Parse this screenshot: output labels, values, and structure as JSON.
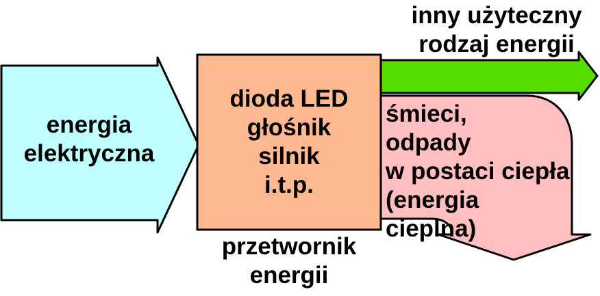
{
  "diagram": {
    "input": {
      "label": "energia\nelektryczna",
      "fill": "#bfffff"
    },
    "converter": {
      "label": "dioda LED\ngłośnik\nsilnik\ni.t.p.",
      "fill": "#ffb990",
      "caption": "przetwornik\nenergii"
    },
    "useful_output": {
      "label": "inny użyteczny\nrodzaj energii",
      "fill": "#55dd00"
    },
    "waste_output": {
      "label": "śmieci,\nodpady\nw postaci ciepła\n(energia cieplna)",
      "fill": "#ffbfc0"
    },
    "stroke": "#000000"
  }
}
